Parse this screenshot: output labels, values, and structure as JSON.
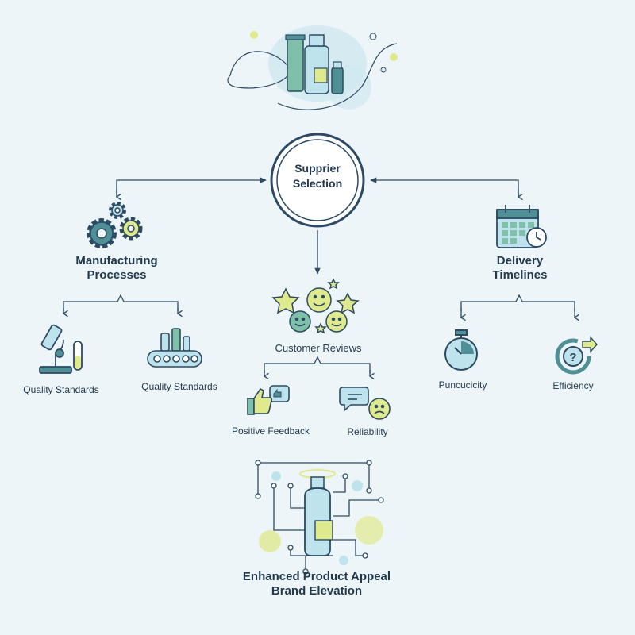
{
  "center": {
    "line1": "Supprier",
    "line2": "Selection"
  },
  "left": {
    "title_line1": "Manufacturing",
    "title_line2": "Processes",
    "children": [
      {
        "label": "Quality Standards"
      },
      {
        "label": "Quality Standards"
      }
    ]
  },
  "middle": {
    "title": "Customer Reviews",
    "children": [
      {
        "label": "Positive Feedback"
      },
      {
        "label": "Reliability"
      }
    ]
  },
  "right": {
    "title_line1": "Delivery",
    "title_line2": "Timelines",
    "children": [
      {
        "label": "Puncucicity"
      },
      {
        "label": "Efficiency"
      }
    ]
  },
  "outcome": {
    "line1": "Enhanced Product Appeal",
    "line2": "Brand Elevation"
  },
  "colors": {
    "navy": "#2c4a63",
    "teal": "#4f8f96",
    "lime": "#dfe98e",
    "pale_blue": "#bfe3ec",
    "background": "#eef5f8"
  },
  "icons": [
    "cosmetics-illustration",
    "gears-icon",
    "calendar-clock-icon",
    "emoji-stars-icon",
    "microscope-icon",
    "conveyor-icon",
    "thumbs-up-icon",
    "chat-sad-icon",
    "stopwatch-icon",
    "efficiency-icon",
    "circuit-bottle-illustration"
  ]
}
